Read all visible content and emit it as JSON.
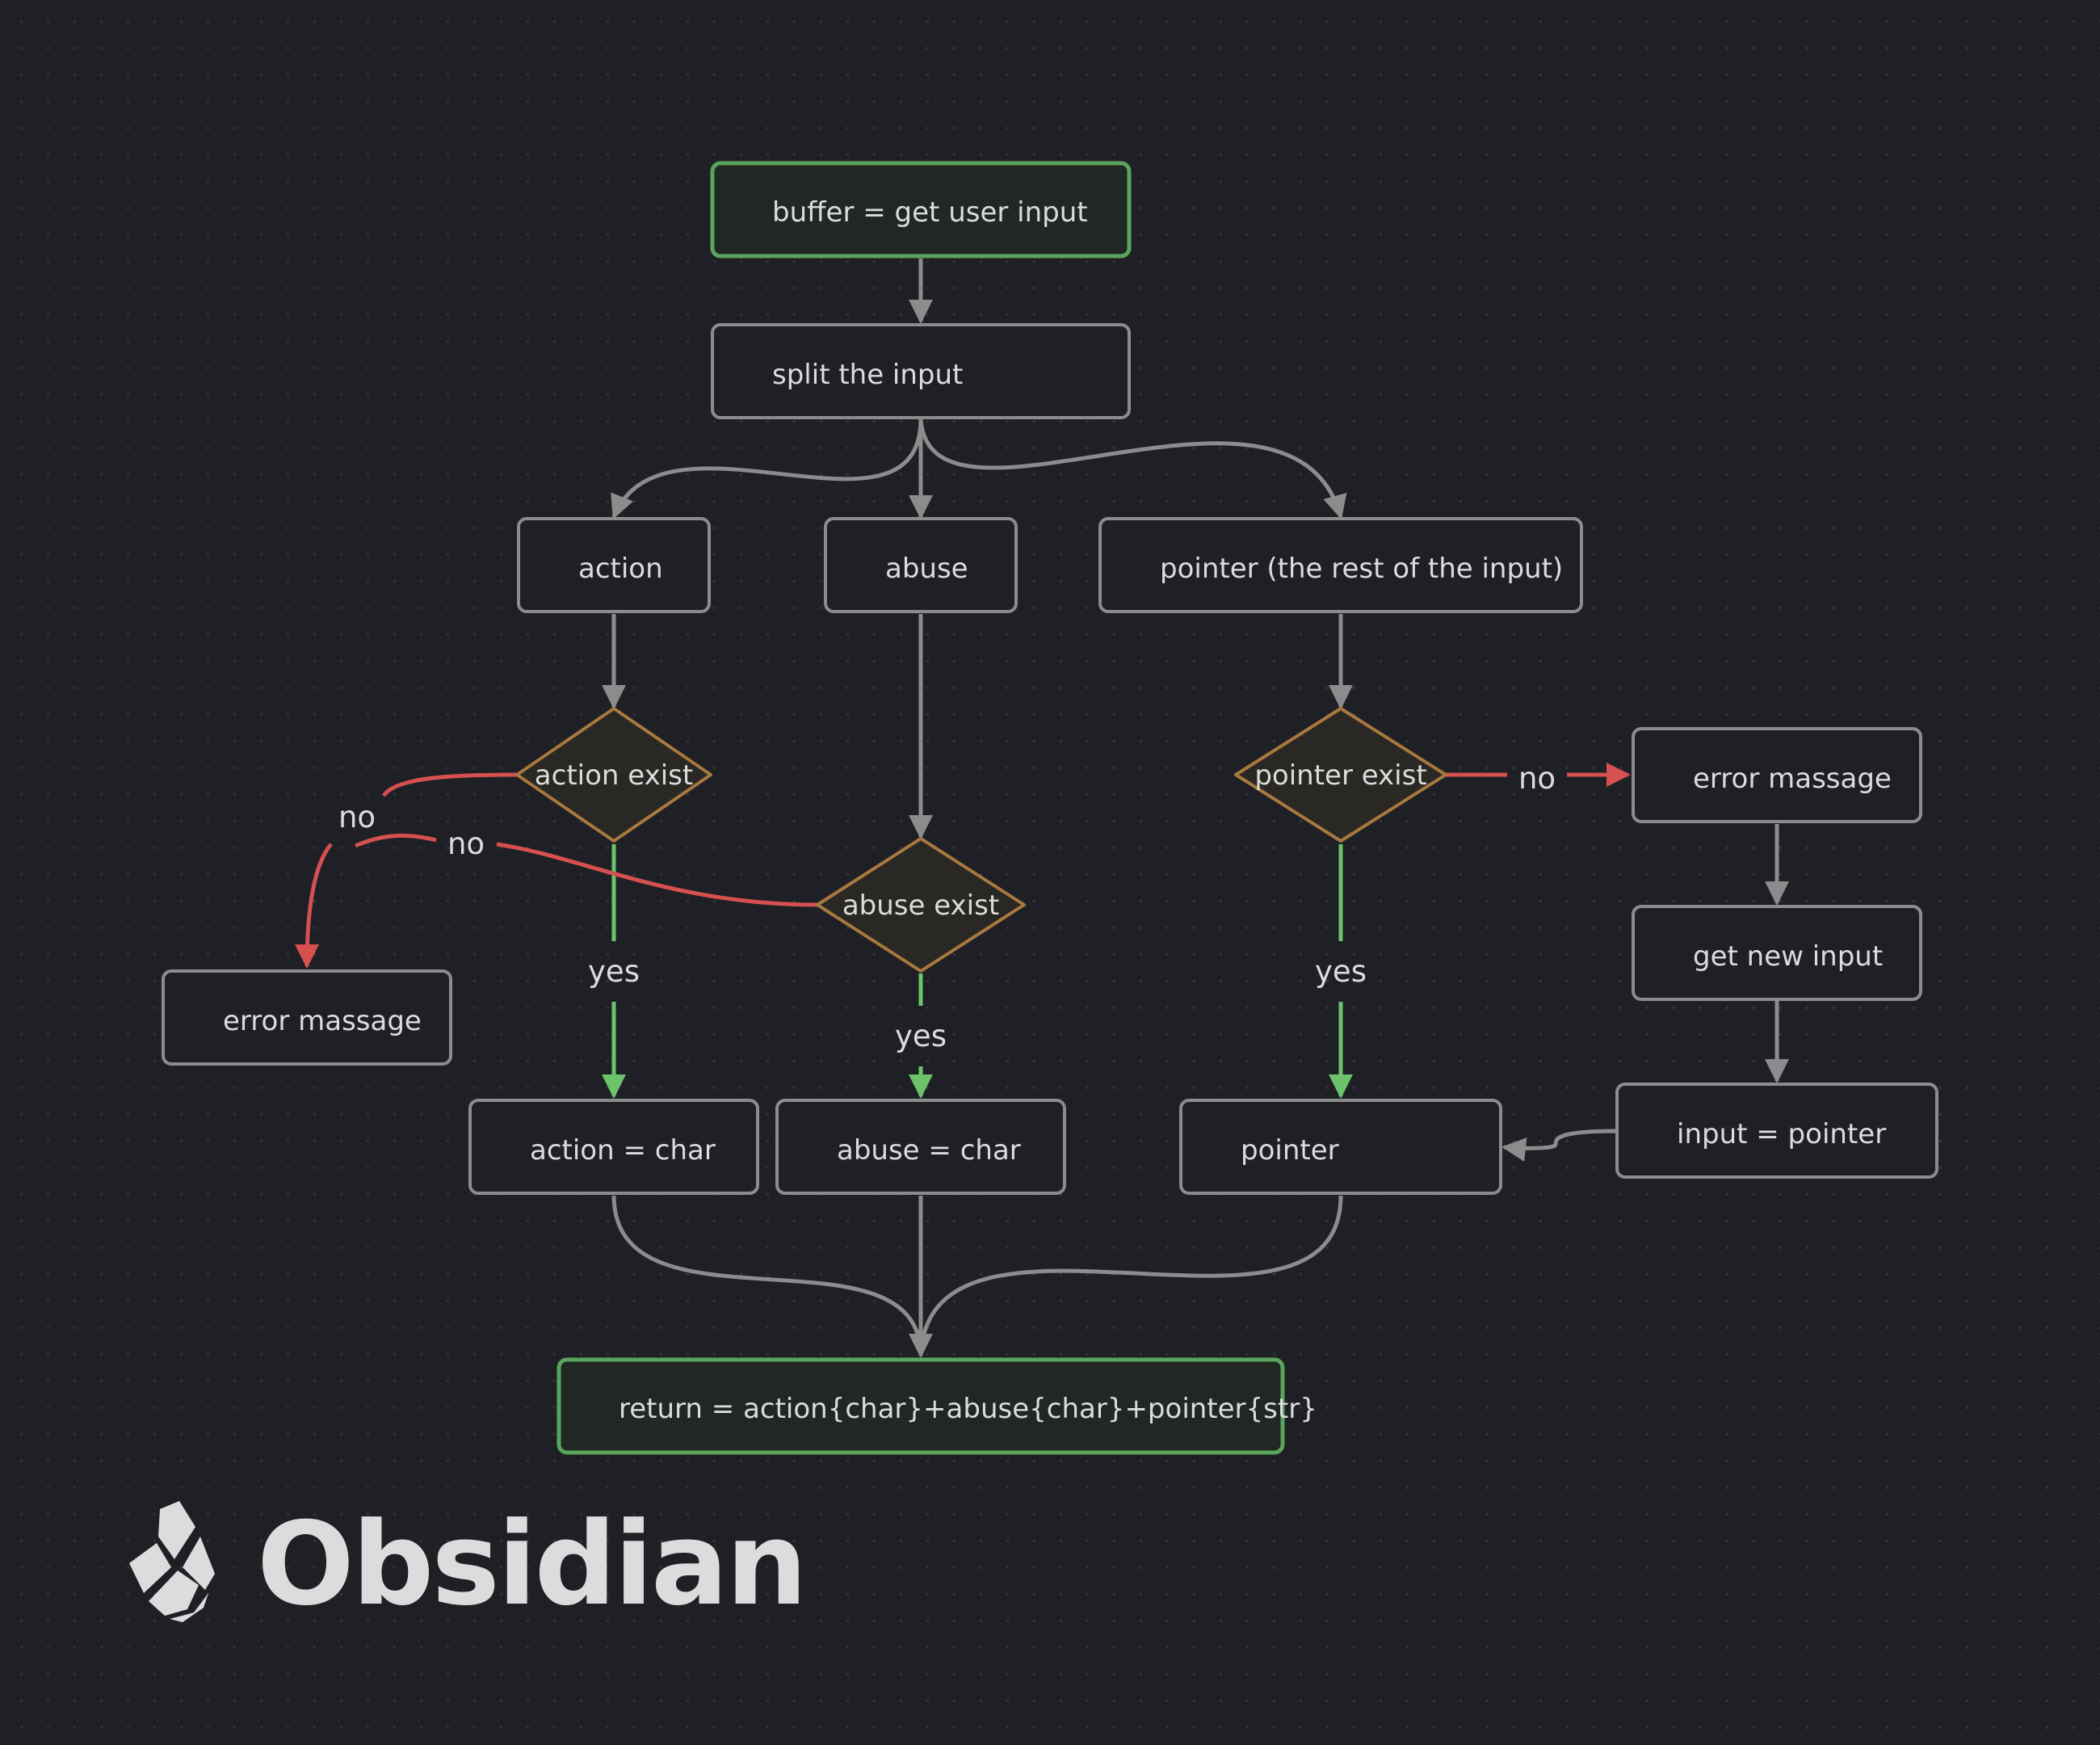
{
  "colors": {
    "background": "#1e2025",
    "node_stroke": "#8c8c8c",
    "node_fill": "#1e2025",
    "terminal_stroke": "#5aa45c",
    "terminal_fill": "#212723",
    "decision_stroke": "#a8783f",
    "decision_fill": "#2a2824",
    "edge": "#8c8c8c",
    "edge_yes": "#6cc36a",
    "edge_no": "#d6504f",
    "text": "#dcdcdc",
    "logo": "#dcdcdc"
  },
  "nodes": {
    "buffer": "buffer = get user input",
    "split": "split the input",
    "action": "action",
    "abuse": "abuse",
    "pointer_rest": "pointer (the rest of the input)",
    "action_exist": "action exist",
    "abuse_exist": "abuse exist",
    "pointer_exist": "pointer exist",
    "error_left": "error massage",
    "error_right": "error massage",
    "get_new_input": "get new input",
    "input_pointer": "input = pointer",
    "action_char": "action = char",
    "abuse_char": "abuse = char",
    "pointer": "pointer",
    "return": "return = action{char}+abuse{char}+pointer{str}"
  },
  "edge_labels": {
    "action_no": "no",
    "abuse_no": "no",
    "pointer_no": "no",
    "action_yes": "yes",
    "abuse_yes": "yes",
    "pointer_yes": "yes"
  },
  "brand": {
    "logo_icon": "obsidian-crystal-icon",
    "wordmark": "Obsidian"
  }
}
